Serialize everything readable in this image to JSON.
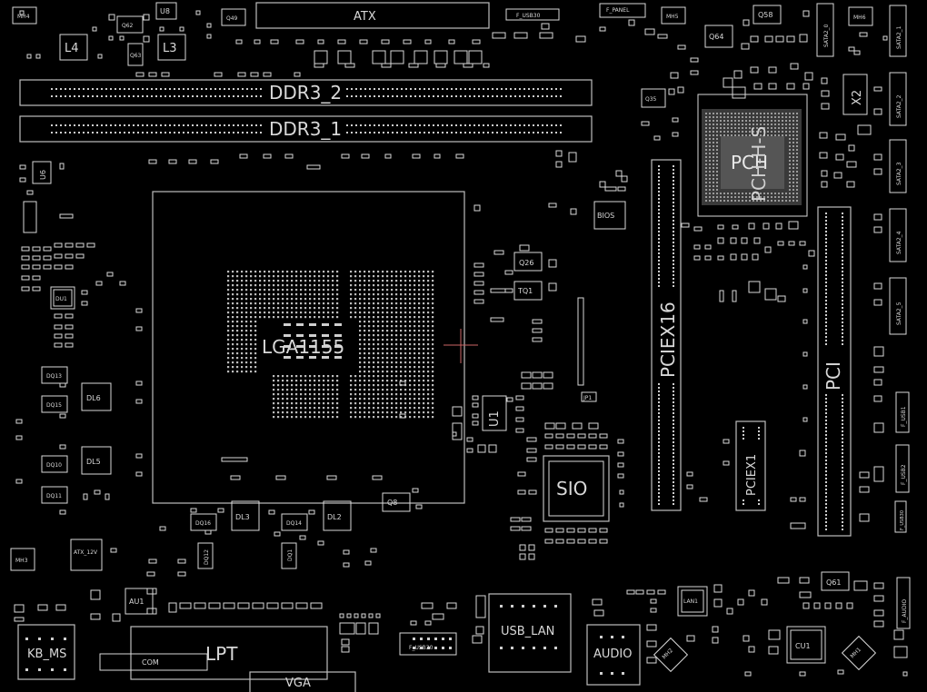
{
  "board": {
    "labels": {
      "ddr3_2": "DDR3_2",
      "ddr3_1": "DDR3_1",
      "atx": "ATX",
      "cpu_socket": "LGA1155",
      "pch": "PCH",
      "pch_chip": "PCH-H-S",
      "pciex16": "PCIEX16",
      "pciex1": "PCIEX1",
      "pci": "PCI",
      "sio": "SIO",
      "lpt": "LPT",
      "com": "COM",
      "vga": "VGA",
      "kb_ms": "KB_MS",
      "usb_lan": "USB_LAN",
      "audio": "AUDIO",
      "f_usb30_top": "F_USB30",
      "f_usb30_bottom": "F_USB30",
      "f_panel": "F_PANEL",
      "f_audio": "F_AUDIO",
      "f_usb1": "F_USB1",
      "f_usb2": "F_USB2",
      "bios": "BIOS",
      "atx_12v": "ATX_12V",
      "x2": "X2",
      "l4": "L4",
      "l3": "L3",
      "dl6": "DL6",
      "dl5": "DL5",
      "dl3": "DL3",
      "dl2": "DL2",
      "u1": "U1",
      "u6": "U6",
      "u8": "U8",
      "q8": "Q8",
      "q26": "Q26",
      "tq1": "TQ1",
      "q35": "Q35",
      "q49": "Q49",
      "q58": "Q58",
      "q61": "Q61",
      "q64": "Q64",
      "q62": "Q62",
      "q63": "Q63",
      "mh4": "MH4",
      "mh5": "MH5",
      "mh6": "MH6",
      "mh3": "MH3",
      "mh2": "MH2",
      "mh1": "MH1",
      "du1": "DU1",
      "dq13": "DQ13",
      "dq15": "DQ15",
      "dq10": "DQ10",
      "dq11": "DQ11",
      "dq16": "DQ16",
      "dq14": "DQ14",
      "dq12": "DQ12",
      "dq1": "DQ1",
      "au1": "AU1",
      "lan1": "LAN1",
      "cu1": "CU1",
      "sata2_0": "SATA2_0",
      "sata2_1": "SATA2_1",
      "sata2_2": "SATA2_2",
      "sata2_3": "SATA2_3",
      "sata2_4": "SATA2_4",
      "sata2_5": "SATA2_5",
      "jp1": "JP1"
    }
  }
}
